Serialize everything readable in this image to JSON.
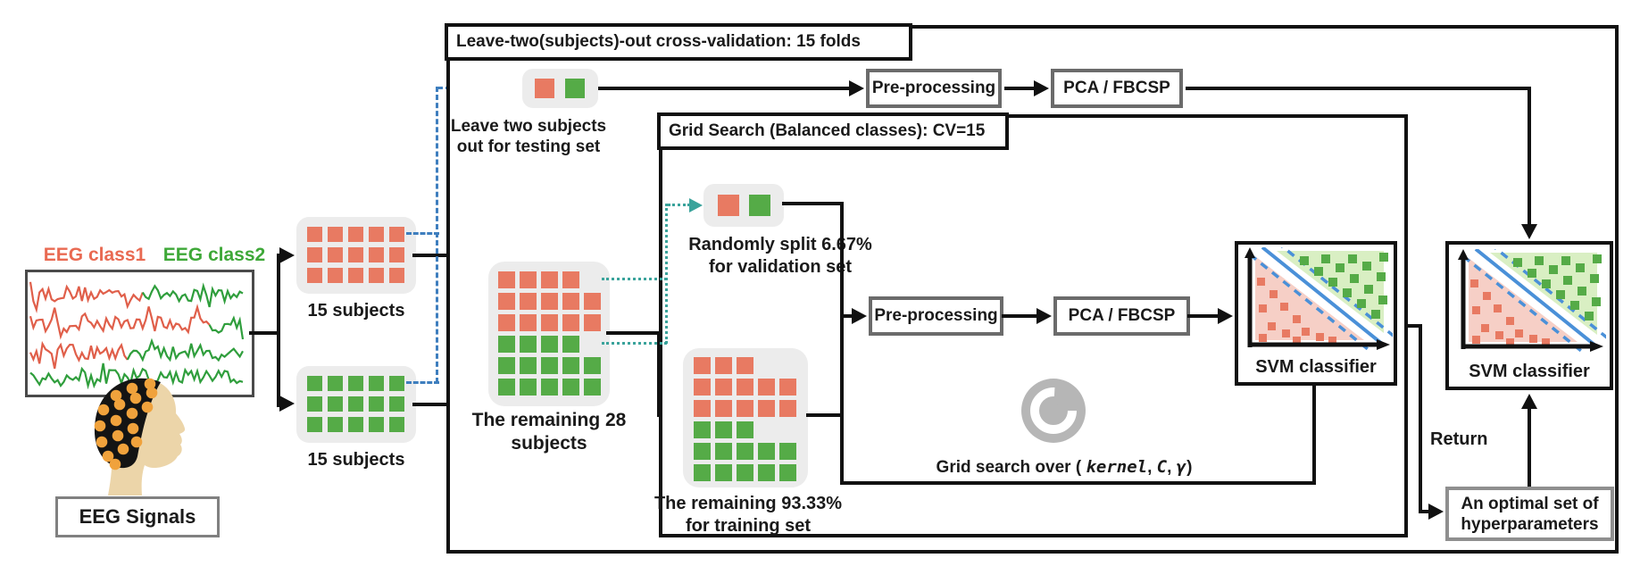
{
  "left": {
    "eeg_class1": "EEG class1",
    "eeg_class2": "EEG class2",
    "eeg_signals": "EEG Signals",
    "subjects_red_label": "15 subjects",
    "subjects_green_label": "15 subjects"
  },
  "outer": {
    "title": "Leave-two(subjects)-out cross-validation: 15 folds",
    "test_note": {
      "line1": "Leave two subjects",
      "line2": "out for testing set"
    },
    "preprocessing_label": "Pre-processing",
    "pca_label": "PCA / FBCSP",
    "remaining_note": {
      "line1": "The remaining 28",
      "line2": "subjects"
    },
    "svm_label": "SVM classifier",
    "return_label": "Return",
    "optimal_note": {
      "line1": "An optimal set of",
      "line2": "hyperparameters"
    }
  },
  "grid_search": {
    "title": "Grid Search (Balanced classes): CV=15",
    "validation_note": {
      "line1": "Randomly split 6.67%",
      "line2": "for validation set"
    },
    "training_note": {
      "line1": "The remaining 93.33%",
      "line2": "for training set"
    },
    "preprocessing_label": "Pre-processing",
    "pca_label": "PCA / FBCSP",
    "svm_label": "SVM classifier",
    "loop_label": {
      "prefix": "Grid search over ( ",
      "kernel": "kernel",
      "sep1": ", ",
      "c": "C",
      "sep2": ", ",
      "gamma": "γ",
      "suffix": ")"
    }
  },
  "grids": {
    "red15_rows": [
      5,
      5,
      5
    ],
    "green15_rows": [
      5,
      5,
      5
    ],
    "remaining28": {
      "red_rows": [
        4,
        5,
        5
      ],
      "green_rows": [
        4,
        5,
        5
      ]
    },
    "training": {
      "red_rows": [
        3,
        5,
        5
      ],
      "green_rows": [
        3,
        5,
        5
      ]
    },
    "test_pair": [
      "red",
      "green"
    ],
    "validation_pair": [
      "red",
      "green"
    ]
  },
  "colors": {
    "red_square": "#e87a62",
    "green_square": "#55ab47",
    "wave_red": "#e05f4a",
    "wave_green": "#2f9e3c",
    "blue_dashed": "#3e7ebe",
    "teal_dotted": "#3aa39b",
    "svm_line_blue": "#4a90d8",
    "refresh_gray": "#b6b6b6"
  }
}
